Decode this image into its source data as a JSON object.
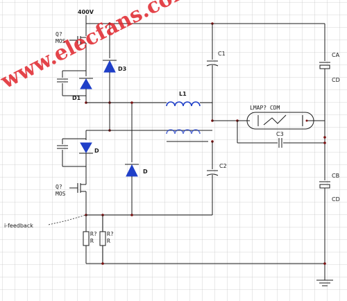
{
  "watermark": "www.elecfans.com",
  "labels": {
    "supply": "400V",
    "q_top_1": "Q?",
    "q_top_2": "MOS",
    "d1": "D1",
    "d3": "D3",
    "c1": "C1",
    "ca_1": "CA",
    "ca_2": "CD",
    "l1": "L1",
    "lamp": "LMAP? CDM",
    "d_mid": "D",
    "d_low": "D",
    "c2": "C2",
    "c3": "C3",
    "cb_1": "CB",
    "cb_2": "CD",
    "q_bot_1": "Q?",
    "q_bot_2": "MOS",
    "i_feedback": "i-feedback",
    "r1_1": "R?",
    "r1_2": "R",
    "r2_1": "R?",
    "r2_2": "R"
  },
  "colors": {
    "grid": "#c8c8c8",
    "wire": "#1a1a1a",
    "component": "#1f3fc8",
    "watermark": "#e0242b"
  }
}
